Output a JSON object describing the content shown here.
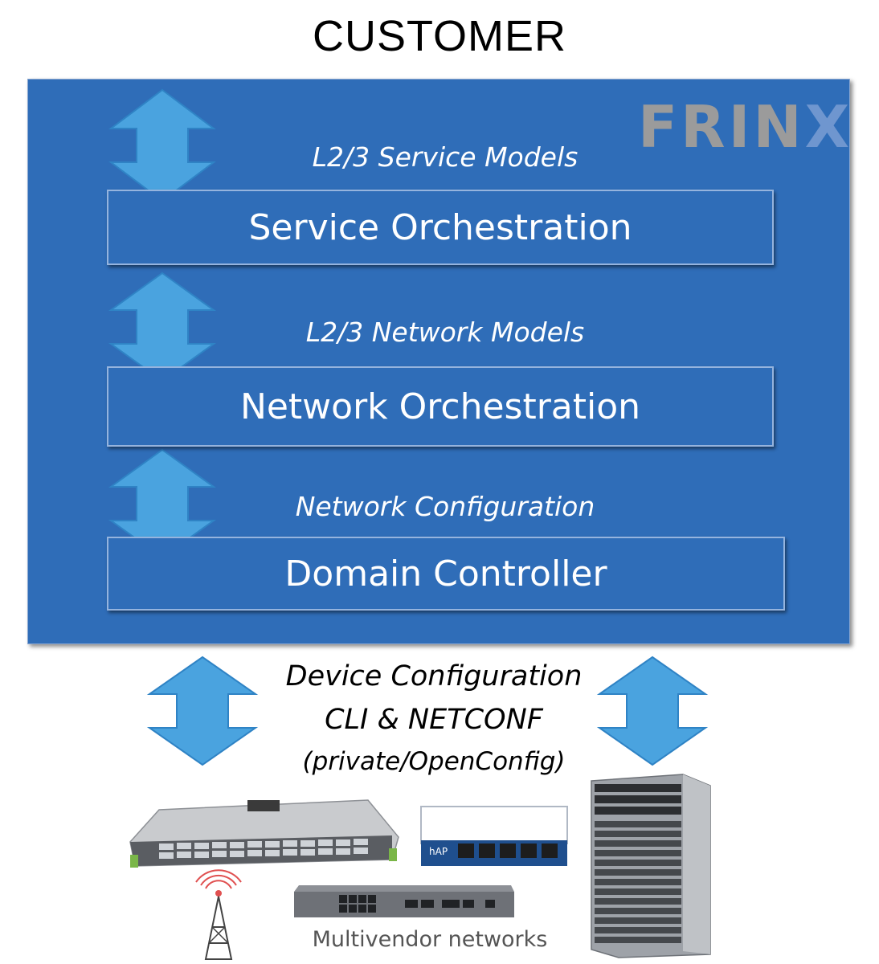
{
  "header": {
    "title": "CUSTOMER"
  },
  "brand": {
    "logo_text": "FRIN",
    "logo_accent": "X",
    "logo_color": "#9b9b9b",
    "accent_color": "#6f96cf"
  },
  "panel": {
    "background": "#2f6db8"
  },
  "layers": [
    {
      "model_label": "L2/3 Service Models",
      "box_label": "Service Orchestration"
    },
    {
      "model_label": "L2/3 Network Models",
      "box_label": "Network Orchestration"
    },
    {
      "model_label": "Network Configuration",
      "box_label": "Domain Controller"
    }
  ],
  "device_config": {
    "line1": "Device Configuration",
    "line2": "CLI & NETCONF",
    "line3": "(private/OpenConfig)"
  },
  "devices": {
    "caption": "Multivendor networks",
    "icons": [
      "rack-switch-icon",
      "router-icon",
      "radio-tower-icon",
      "access-switch-icon",
      "chassis-router-icon"
    ]
  },
  "colors": {
    "arrow": "#4aa3df",
    "arrow_stroke": "#2f83c5"
  }
}
